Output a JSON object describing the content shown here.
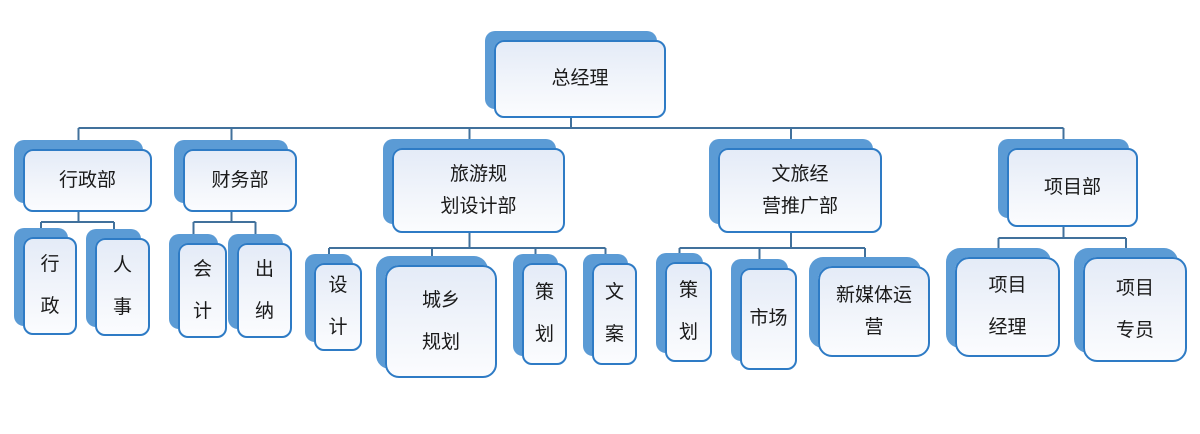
{
  "diagram": {
    "type": "org-chart",
    "colors": {
      "card_shadow": "#5B9BD5",
      "card_border": "#2E7BC5",
      "connector": "#41719C",
      "card_fill_top": "#E4EBF7",
      "card_fill_bottom": "#FBFCFE",
      "text": "#1a1a1a"
    },
    "nodes": [
      {
        "id": "general-manager",
        "label": "总经理",
        "parent": null
      },
      {
        "id": "admin-dept",
        "label": "行政部",
        "parent": "general-manager"
      },
      {
        "id": "finance-dept",
        "label": "财务部",
        "parent": "general-manager"
      },
      {
        "id": "tourism-planning-dept",
        "label": "旅游规\n划设计部",
        "parent": "general-manager"
      },
      {
        "id": "culture-tourism-dept",
        "label": "文旅经\n营推广部",
        "parent": "general-manager"
      },
      {
        "id": "project-dept",
        "label": "项目部",
        "parent": "general-manager"
      },
      {
        "id": "admin",
        "label": "行\n政",
        "parent": "admin-dept"
      },
      {
        "id": "hr",
        "label": "人\n事",
        "parent": "admin-dept"
      },
      {
        "id": "accounting",
        "label": "会\n计",
        "parent": "finance-dept"
      },
      {
        "id": "cashier",
        "label": "出\n纳",
        "parent": "finance-dept"
      },
      {
        "id": "design",
        "label": "设\n计",
        "parent": "tourism-planning-dept"
      },
      {
        "id": "urban-rural-planning",
        "label": "城乡\n规划",
        "parent": "tourism-planning-dept"
      },
      {
        "id": "planning-1",
        "label": "策\n划",
        "parent": "tourism-planning-dept"
      },
      {
        "id": "copywriting",
        "label": "文\n案",
        "parent": "tourism-planning-dept"
      },
      {
        "id": "planning-2",
        "label": "策\n划",
        "parent": "culture-tourism-dept"
      },
      {
        "id": "marketing",
        "label": "市场",
        "parent": "culture-tourism-dept"
      },
      {
        "id": "new-media",
        "label": "新媒体运\n营",
        "parent": "culture-tourism-dept"
      },
      {
        "id": "project-manager",
        "label": "项目\n经理",
        "parent": "project-dept"
      },
      {
        "id": "project-specialist",
        "label": "项目\n专员",
        "parent": "project-dept"
      }
    ]
  }
}
